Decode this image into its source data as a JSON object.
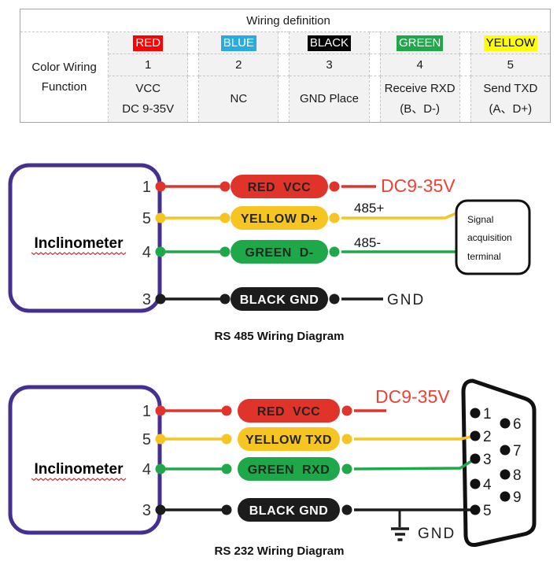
{
  "colors": {
    "table_red": "#fe0000",
    "table_blue": "#29abe2",
    "table_black": "#000000",
    "table_green": "#1fa84a",
    "table_yellow": "#ffff00",
    "wire_red": "#e0342b",
    "wire_yellow": "#f7c521",
    "wire_green": "#1fa84a",
    "wire_black": "#1c1c1c",
    "device_border_purple": "#453092",
    "power_label_red": "#ef4136"
  },
  "table": {
    "title": "Wiring definition",
    "row_label_line1": "Color Wiring",
    "row_label_line2": "Function",
    "columns": [
      {
        "name": "RED",
        "number": "1",
        "function_line1": "VCC",
        "function_line2": "DC 9-35V"
      },
      {
        "name": "BLUE",
        "number": "2",
        "function_line1": "NC",
        "function_line2": ""
      },
      {
        "name": "BLACK",
        "number": "3",
        "function_line1": "GND Place",
        "function_line2": ""
      },
      {
        "name": "GREEN",
        "number": "4",
        "function_line1": "Receive RXD",
        "function_line2": "(B、D-)"
      },
      {
        "name": "YELLOW",
        "number": "5",
        "function_line1": "Send TXD",
        "function_line2": "(A、D+)"
      }
    ]
  },
  "rs485": {
    "device": "Inclinometer",
    "rows": [
      {
        "pin": "1",
        "label": "RED  VCC"
      },
      {
        "pin": "5",
        "label": "YELLOW D+"
      },
      {
        "pin": "4",
        "label": "GREEN  D-"
      },
      {
        "pin": "3",
        "label": "BLACK GND"
      }
    ],
    "power_label": "DC9-35V",
    "line_plus": "485+",
    "line_minus": "485-",
    "gnd_label": "GND",
    "terminal": [
      "Signal",
      "acquisition",
      "terminal"
    ],
    "caption": "RS 485 Wiring Diagram"
  },
  "rs232": {
    "device": "Inclinometer",
    "rows": [
      {
        "pin": "1",
        "label": "RED  VCC"
      },
      {
        "pin": "5",
        "label": "YELLOW TXD"
      },
      {
        "pin": "4",
        "label": "GREEN  RXD"
      },
      {
        "pin": "3",
        "label": "BLACK GND"
      }
    ],
    "power_label": "DC9-35V",
    "gnd_label": "GND",
    "db9_pins": [
      "1",
      "2",
      "3",
      "4",
      "5",
      "6",
      "7",
      "8",
      "9"
    ],
    "caption": "RS 232 Wiring Diagram"
  }
}
